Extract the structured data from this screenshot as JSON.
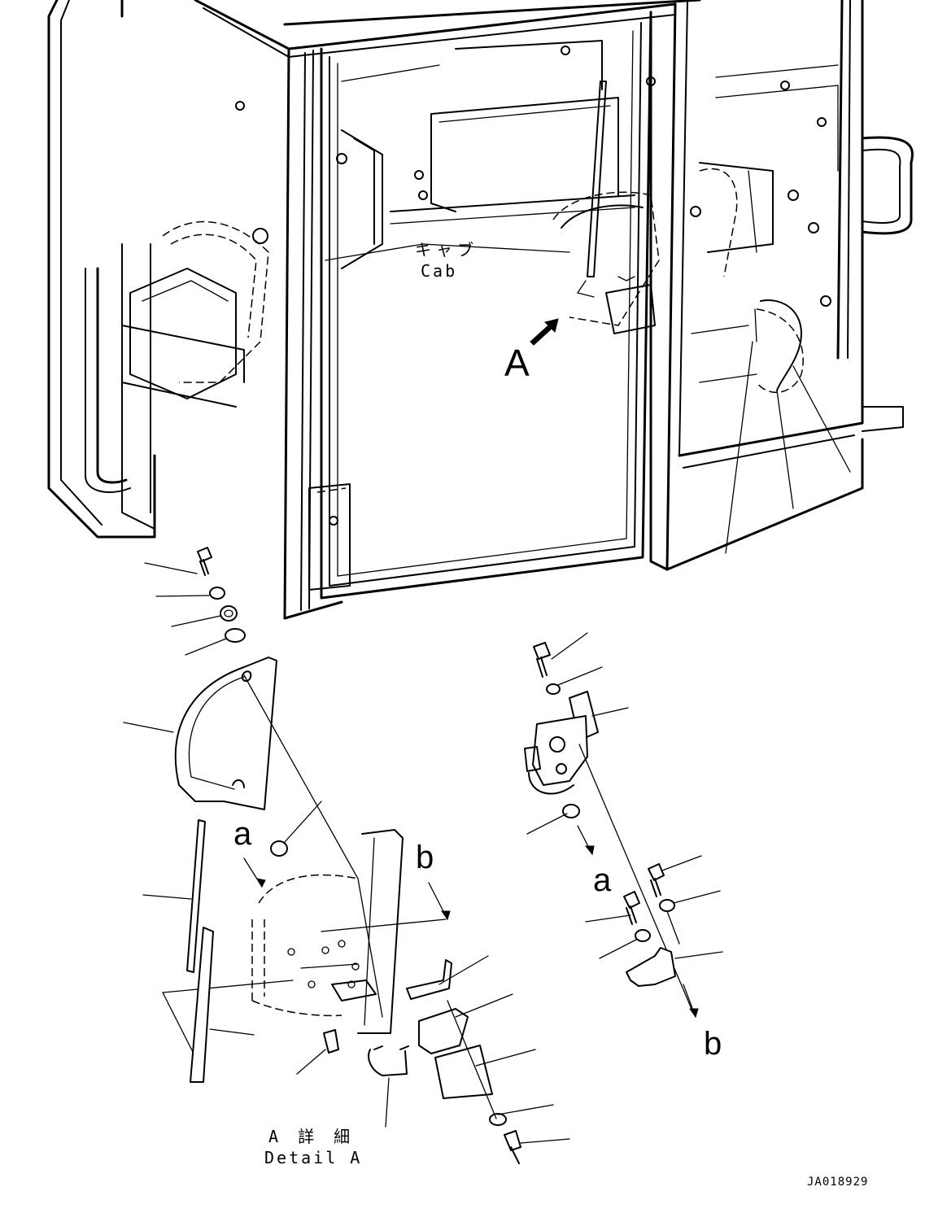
{
  "labels": {
    "cab_jp": "キャブ",
    "cab_en": "Cab",
    "view_arrow": "A",
    "detail_jp": "A 詳 細",
    "detail_en": "Detail A",
    "ref_a_left": "a",
    "ref_a_right": "a",
    "ref_b_top": "b",
    "ref_b_bottom": "b",
    "drawing_code": "JA018929"
  }
}
